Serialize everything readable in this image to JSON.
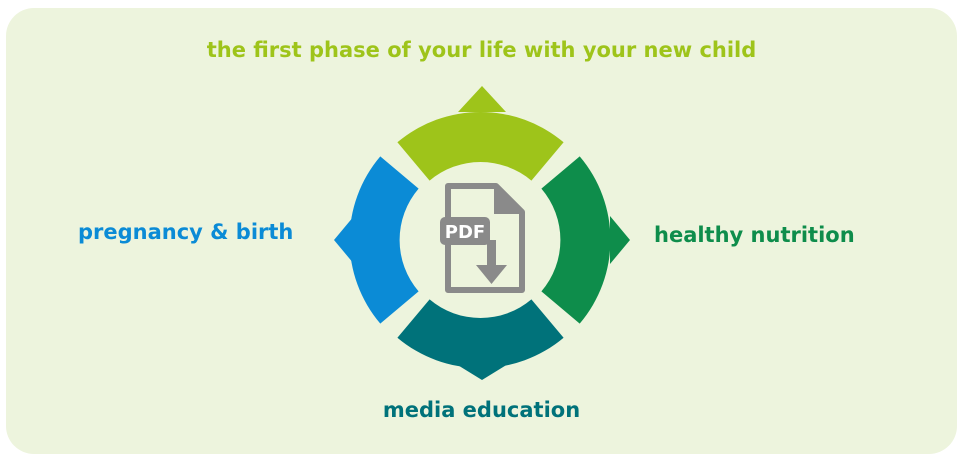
{
  "labels": {
    "top": "the first phase of your life with your new child",
    "left": "pregnancy & birth",
    "right": "healthy nutrition",
    "bottom": "media education"
  },
  "pdf_icon": {
    "text": "PDF",
    "icon": "pdf-download-icon"
  },
  "colors": {
    "panel": "#edf4dd",
    "top": "#9ec41a",
    "left": "#0b8bd6",
    "right": "#0e8d4b",
    "bottom": "#00727a",
    "icon": "#8a8a8a"
  }
}
